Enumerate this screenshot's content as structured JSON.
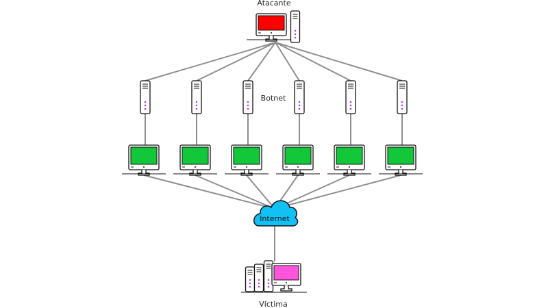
{
  "diagram": {
    "title": "DDoS Botnet Attack",
    "labels": {
      "attacker": "Atacante",
      "botnet": "Botnet",
      "internet": "Internet",
      "victim": "Víctima"
    },
    "colors": {
      "attacker_screen": "#ff0000",
      "bot_screen": "#12c83a",
      "victim_screen": "#ff55dd",
      "cloud": "#11c0f5",
      "links": "#8e8e8e",
      "server_leds": "#b040e0"
    },
    "nodes": {
      "attacker": {
        "type": "workstation",
        "label_key": "attacker"
      },
      "bot_servers": [
        {
          "id": "bot-server-1"
        },
        {
          "id": "bot-server-2"
        },
        {
          "id": "bot-server-3"
        },
        {
          "id": "bot-server-4"
        },
        {
          "id": "bot-server-5"
        },
        {
          "id": "bot-server-6"
        }
      ],
      "bot_computers": [
        {
          "id": "bot-computer-1"
        },
        {
          "id": "bot-computer-2"
        },
        {
          "id": "bot-computer-3"
        },
        {
          "id": "bot-computer-4"
        },
        {
          "id": "bot-computer-5"
        },
        {
          "id": "bot-computer-6"
        }
      ],
      "internet": {
        "type": "cloud",
        "label_key": "internet"
      },
      "victim": {
        "type": "datacenter",
        "label_key": "victim"
      }
    },
    "edges": [
      [
        "attacker",
        "bot-server-1"
      ],
      [
        "attacker",
        "bot-server-2"
      ],
      [
        "attacker",
        "bot-server-3"
      ],
      [
        "attacker",
        "bot-server-4"
      ],
      [
        "attacker",
        "bot-server-5"
      ],
      [
        "attacker",
        "bot-server-6"
      ],
      [
        "bot-server-1",
        "bot-computer-1"
      ],
      [
        "bot-server-2",
        "bot-computer-2"
      ],
      [
        "bot-server-3",
        "bot-computer-3"
      ],
      [
        "bot-server-4",
        "bot-computer-4"
      ],
      [
        "bot-server-5",
        "bot-computer-5"
      ],
      [
        "bot-server-6",
        "bot-computer-6"
      ],
      [
        "bot-computer-1",
        "internet"
      ],
      [
        "bot-computer-2",
        "internet"
      ],
      [
        "bot-computer-3",
        "internet"
      ],
      [
        "bot-computer-4",
        "internet"
      ],
      [
        "bot-computer-5",
        "internet"
      ],
      [
        "bot-computer-6",
        "internet"
      ],
      [
        "internet",
        "victim"
      ]
    ]
  }
}
